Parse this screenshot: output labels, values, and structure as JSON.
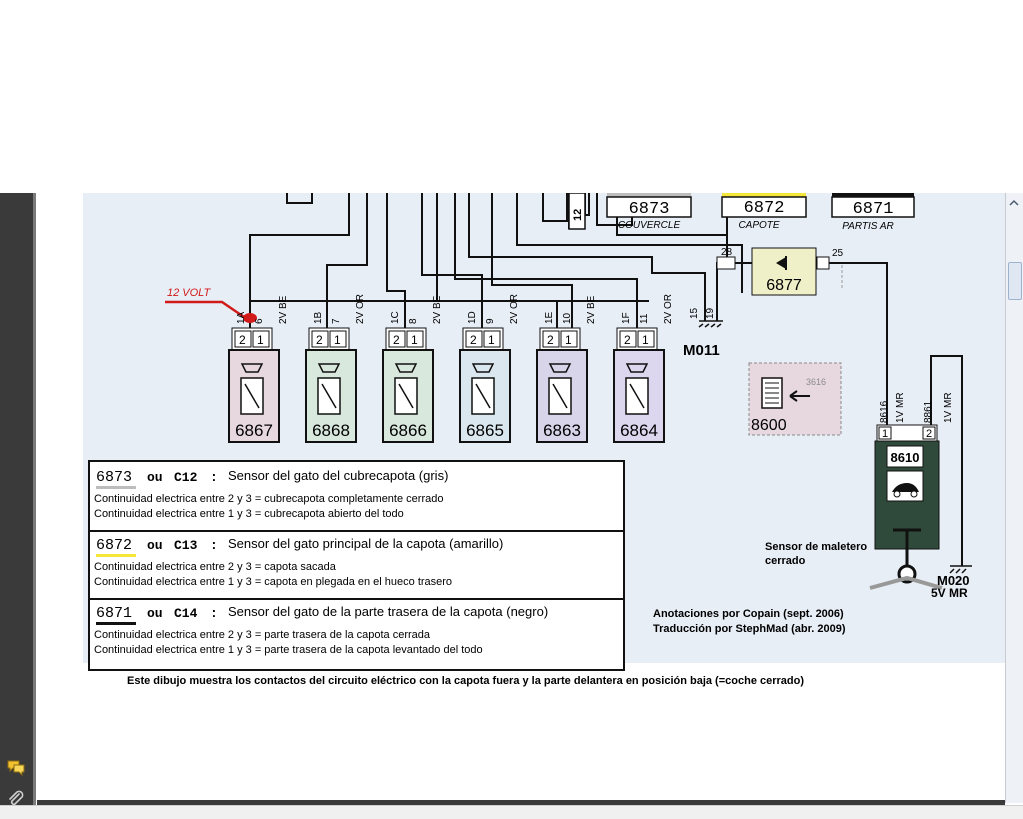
{
  "diagram": {
    "colors": {
      "background": "#e8eef6",
      "wire": "#111111",
      "relay_pink": "#e7d8e0",
      "relay_green": "#d9e8dd",
      "relay_blue": "#dbe7ef",
      "relay_purple": "#d8d4ea",
      "relay_lavender": "#dcd6ee",
      "label_yellow": "#f5e63a",
      "label_gray": "#bdbdbd",
      "label_black": "#111111",
      "voltage_red": "#d11a1a",
      "sensor_green": "#2f4a3a"
    },
    "labels": {
      "l6873": "6873",
      "couvercle": "COUVERCLE",
      "l6872": "6872",
      "capote": "CAPOTE",
      "l6871": "6871",
      "partis_ar": "PARTIS AR",
      "twelve": "12",
      "volt": "12 VOLT",
      "m011": "M011",
      "m011_15": "15",
      "m011_19": "19",
      "p28": "28",
      "p25": "25",
      "l6877": "6877",
      "l8600": "8600",
      "n3616": "3616",
      "w8616": "8616",
      "w1vmr_a": "1V MR",
      "w8861": "8861",
      "w1vmr_b": "1V MR",
      "pin1": "1",
      "pin2": "2",
      "l8610": "8610",
      "m020": "M020",
      "five_v_mr": "5V  MR"
    },
    "relays": [
      {
        "id": "6867",
        "wire": "1A",
        "num": "6",
        "tag": "2V BE",
        "pin_a": "2",
        "pin_b": "1"
      },
      {
        "id": "6868",
        "wire": "1B",
        "num": "7",
        "tag": "2V OR",
        "pin_a": "2",
        "pin_b": "1"
      },
      {
        "id": "6866",
        "wire": "1C",
        "num": "8",
        "tag": "2V BE",
        "pin_a": "2",
        "pin_b": "1"
      },
      {
        "id": "6865",
        "wire": "1D",
        "num": "9",
        "tag": "2V OR",
        "pin_a": "2",
        "pin_b": "1"
      },
      {
        "id": "6863",
        "wire": "1E",
        "num": "10",
        "tag": "2V BE",
        "pin_a": "2",
        "pin_b": "1"
      },
      {
        "id": "6864",
        "wire": "1F",
        "num": "11",
        "tag": "2V OR",
        "pin_a": "2",
        "pin_b": "1"
      }
    ],
    "legend": [
      {
        "code": "6873",
        "ou": "ou",
        "c": "C12",
        "colon": ":",
        "title": "Sensor del gato del cubrecapota (gris)",
        "line1": "Continuidad electrica entre 2 y 3 = cubrecapota completamente cerrado",
        "line2": "Continuidad electrica entre 1 y 3 = cubrecapota abierto del todo"
      },
      {
        "code": "6872",
        "ou": "ou",
        "c": "C13",
        "colon": ":",
        "title": "Sensor del gato principal de la capota (amarillo)",
        "line1": "Continuidad electrica entre 2 y 3 = capota sacada",
        "line2": "Continuidad electrica entre 1 y 3 = capota en plegada en el hueco trasero"
      },
      {
        "code": "6871",
        "ou": "ou",
        "c": "C14",
        "colon": ":",
        "title": "Sensor del gato de la parte trasera de la capota (negro)",
        "line1": "Continuidad electrica entre 2 y 3 = parte trasera de la capota cerrada",
        "line2": "Continuidad electrica entre 1 y 3 = parte trasera de la capota levantado del todo"
      }
    ],
    "sensor_note_1": "Sensor de maletero",
    "sensor_note_2": "cerrado",
    "credit_1": "Anotaciones por Copain (sept. 2006)",
    "credit_2": "Traducción por StephMad (abr. 2009)",
    "caption": "Este dibujo muestra los contactos del circuito eléctrico con la capota fuera y la parte delantera en posición baja (=coche cerrado)"
  },
  "sidebar": {
    "icons": [
      "comments-icon",
      "attachment-icon"
    ]
  }
}
